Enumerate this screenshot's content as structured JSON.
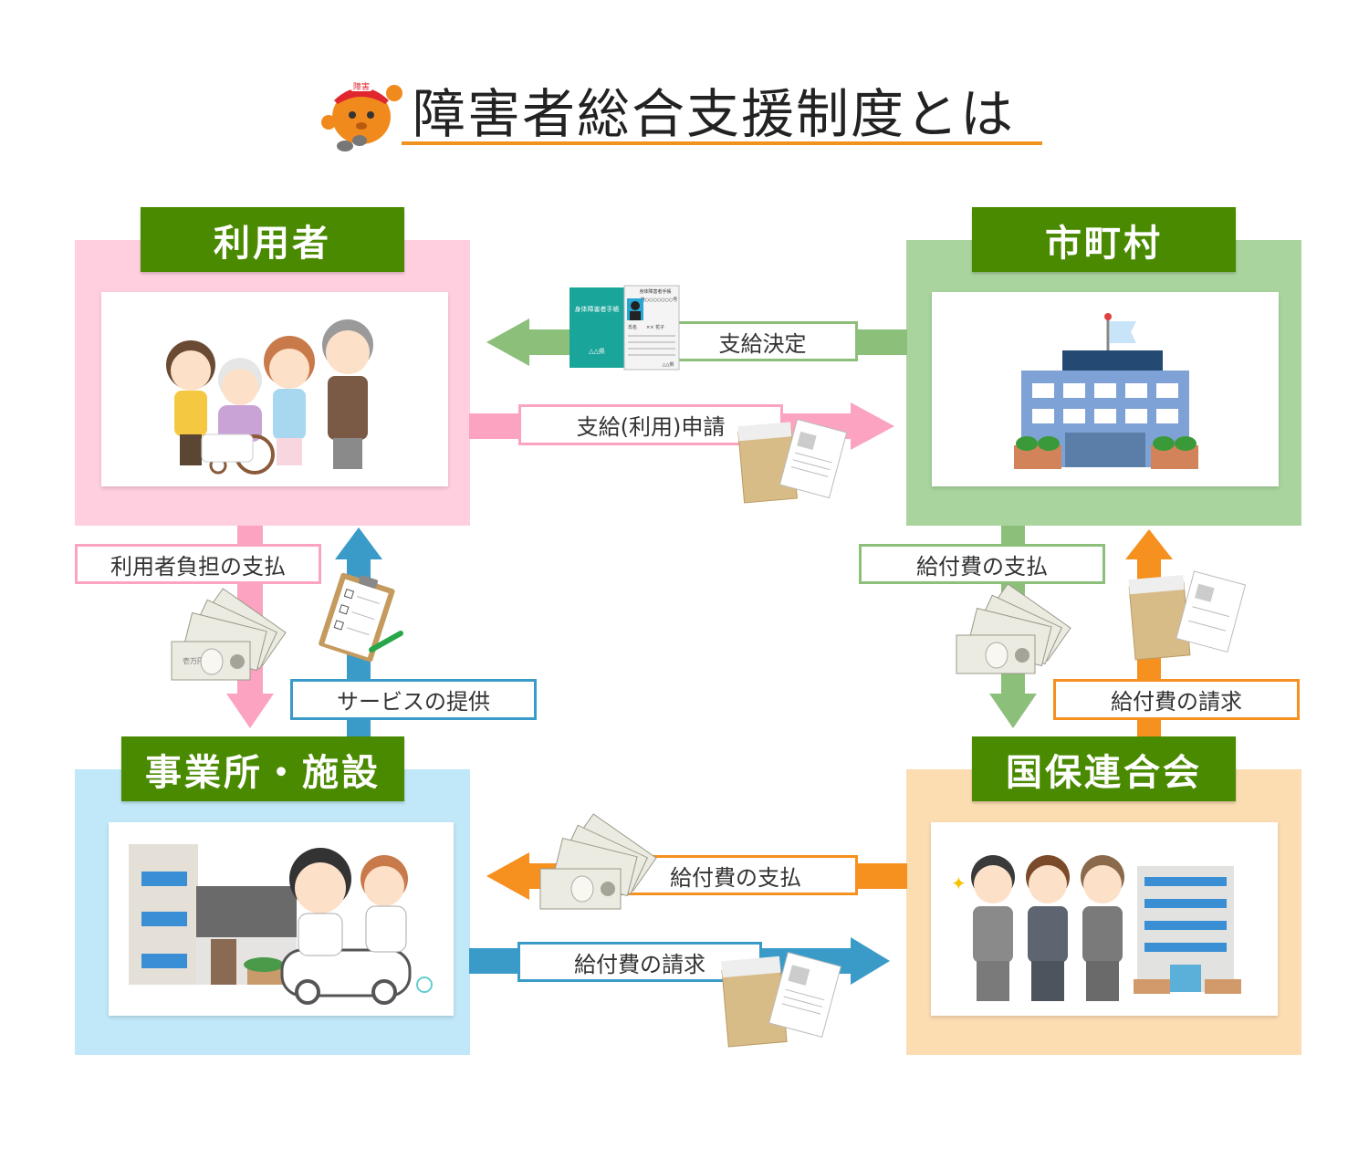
{
  "title": "障害者総合支援制度とは",
  "mascot_badge": "障害",
  "colors": {
    "accent": "#f0921e",
    "header_green": "#4a8a00",
    "user_panel": "#ffcfdf",
    "city_panel": "#a9d49d",
    "facility_panel": "#c1e8f8",
    "union_panel": "#fcdcb1",
    "pink_arrow": "#fba3c0",
    "green_arrow": "#8cbf7a",
    "blue_arrow": "#3a9bc8",
    "orange_arrow": "#f6901f"
  },
  "panels": {
    "user": "利用者",
    "city": "市町村",
    "facility": "事業所・施設",
    "union": "国保連合会"
  },
  "flows": {
    "decision": "支給決定",
    "application": "支給(利用)申請",
    "user_payment": "利用者負担の支払",
    "service": "サービスの提供",
    "city_payment": "給付費の支払",
    "union_claim": "給付費の請求",
    "union_payment": "給付費の支払",
    "facility_claim": "給付費の請求"
  },
  "handbook": {
    "cover_title": "身体障害者手帳",
    "prefecture": "△△県",
    "page_title": "身体障害者手帳",
    "number": "第○○○○○○○号",
    "name_label": "氏名",
    "name_value": "×× 花子",
    "issuer": "△△県"
  },
  "banknote": {
    "value": "10000",
    "kanji": "壱万円"
  }
}
